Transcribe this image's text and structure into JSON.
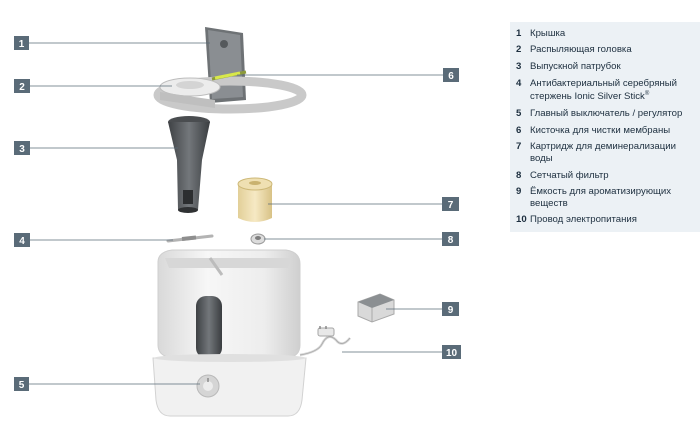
{
  "callouts": [
    {
      "num": "1",
      "text": "Крышка"
    },
    {
      "num": "2",
      "text": "Распыляющая головка"
    },
    {
      "num": "3",
      "text": "Выпускной патрубок"
    },
    {
      "num": "4",
      "text": "Антибактериальный серебряный стержень Ionic Silver Stick",
      "suffix": "®"
    },
    {
      "num": "5",
      "text": "Главный выключатель / регулятор"
    },
    {
      "num": "6",
      "text": "Кисточка для чистки мембраны"
    },
    {
      "num": "7",
      "text": "Картридж для деминерализации воды"
    },
    {
      "num": "8",
      "text": "Сетчатый фильтр"
    },
    {
      "num": "9",
      "text": "Ёмкость для ароматизирующих веществ"
    },
    {
      "num": "10",
      "text": "Провод электропитания"
    }
  ],
  "colors": {
    "badge": "#5a6b78",
    "leader": "#5a6b78",
    "legend_bg": "#ecf1f5",
    "legend_text": "#1d2f3f",
    "device": "#f3f3f3",
    "device_shadow": "#d8d8d8",
    "dark_part": "#5c5f62",
    "accent": "#d8e84a"
  }
}
